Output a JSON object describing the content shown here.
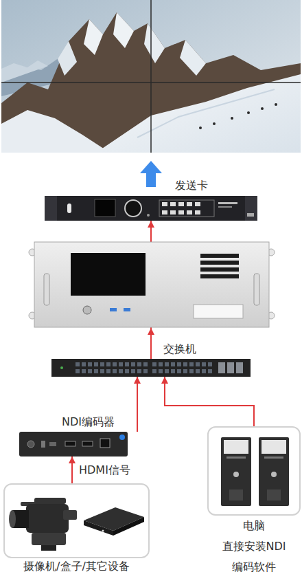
{
  "diagram": {
    "nodes": [
      {
        "text": [
          "发送卡"
        ]
      },
      {
        "text": [
          "交换机"
        ]
      },
      {
        "text": [
          "NDI编码器"
        ]
      },
      {
        "text": [
          "电脑 直接安装NDI 编码软件"
        ]
      },
      {
        "text": [
          "摄像机/盒子/其它设备"
        ]
      }
    ],
    "edges": [
      {
        "from": 4,
        "to": 2,
        "arrow": "to",
        "label": "HDMI信号"
      },
      {
        "from": 2,
        "to": 1,
        "arrow": "to"
      },
      {
        "from": 3,
        "to": 1,
        "arrow": "to"
      },
      {
        "from": 1,
        "to": 0,
        "arrow": "to"
      }
    ]
  }
}
